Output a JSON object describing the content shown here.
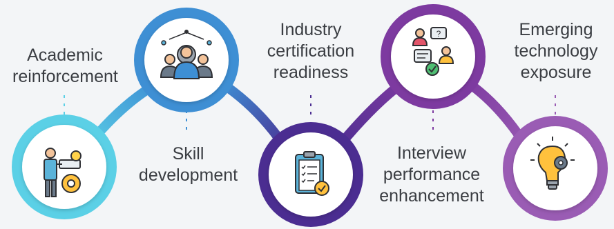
{
  "colors": {
    "background": "#f3f5f7",
    "stage1": "#5bd0e6",
    "stage2": "#3e8fd4",
    "stage3": "#4b2d91",
    "stage4": "#7d3aa0",
    "stage5": "#9a5cb4",
    "text": "#3a3d42"
  },
  "steps": [
    {
      "id": 1,
      "label_lines": [
        "Academic",
        "reinforcement"
      ],
      "icon": "presenter-gear-icon"
    },
    {
      "id": 2,
      "label_lines": [
        "Skill",
        "development"
      ],
      "icon": "team-network-icon"
    },
    {
      "id": 3,
      "label_lines": [
        "Industry",
        "certification",
        "readiness"
      ],
      "icon": "clipboard-checklist-icon"
    },
    {
      "id": 4,
      "label_lines": [
        "Interview",
        "performance",
        "enhancement"
      ],
      "icon": "interview-chat-icon"
    },
    {
      "id": 5,
      "label_lines": [
        "Emerging",
        "technology",
        "exposure"
      ],
      "icon": "lightbulb-gear-icon"
    }
  ]
}
